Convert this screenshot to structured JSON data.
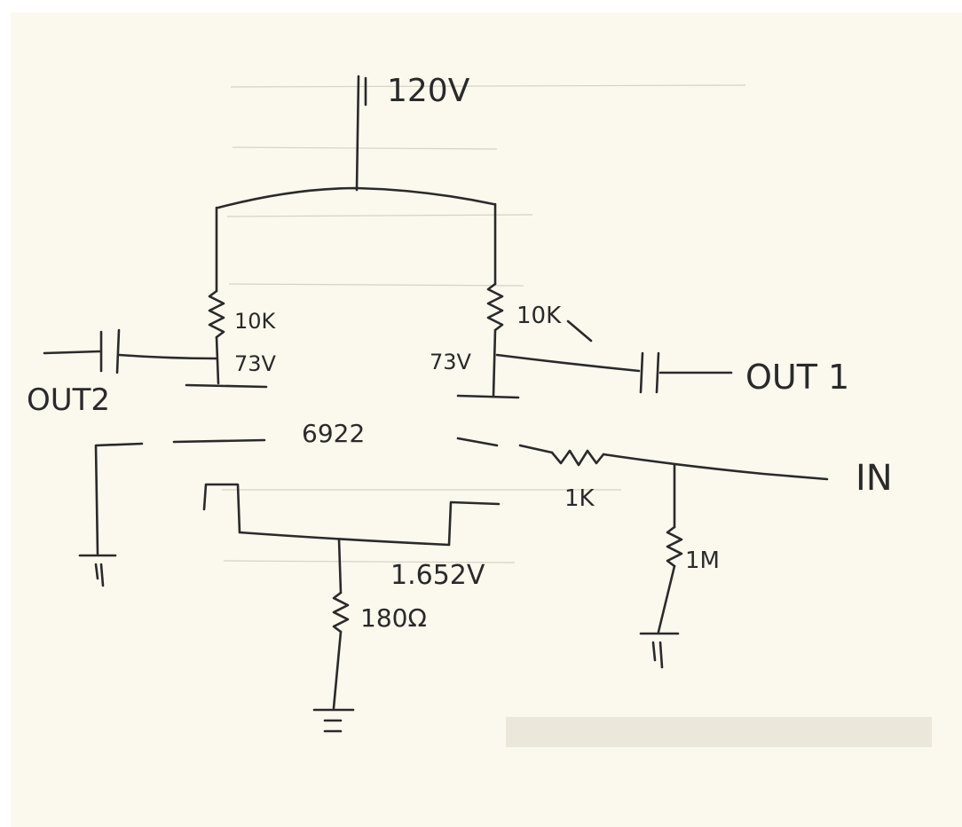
{
  "labels": {
    "supply": "120V",
    "r_plate_left": "10K",
    "v_plate_left": "73V",
    "r_plate_right": "10K",
    "v_plate_right": "73V",
    "tube": "6922",
    "out_left": "OUT2",
    "out_right": "OUT 1",
    "input": "IN",
    "r_grid": "1K",
    "r_grid_leak": "1M",
    "v_cathode": "1.652V",
    "r_cathode": "180Ω"
  },
  "colors": {
    "ink": "#2a2a2a",
    "paper": "#fbf8ee"
  }
}
